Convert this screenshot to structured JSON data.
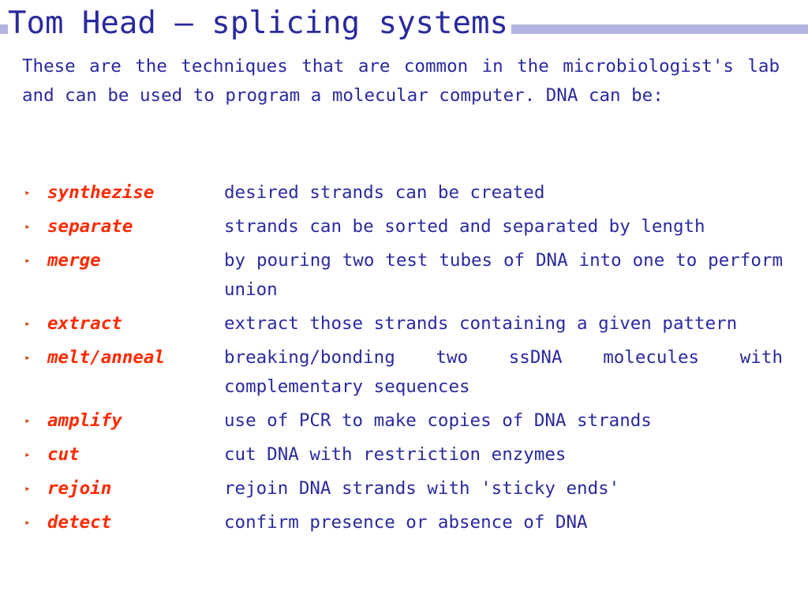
{
  "slide": {
    "title": "Tom Head – splicing systems",
    "intro": "These are the techniques that are common in the microbiologist's lab and can be used to program a molecular computer. DNA can be:",
    "colors": {
      "text": "#2a2a9e",
      "term": "#ff2a00",
      "bullet": "#c94a10",
      "title_rule": "#b3b3e0"
    },
    "bullet_icon": "triangle-right-icon",
    "items": [
      {
        "term": "synthezise",
        "desc": "desired strands can be created"
      },
      {
        "term": "separate",
        "desc": "strands can be sorted and separated by length"
      },
      {
        "term": "merge",
        "desc": "by pouring two test tubes of DNA into one to perform union"
      },
      {
        "term": "extract",
        "desc": "extract those strands containing a given pattern"
      },
      {
        "term": "melt/anneal",
        "desc": "breaking/bonding two ssDNA molecules with complementary sequences"
      },
      {
        "term": "amplify",
        "desc": "use of PCR to make copies of DNA strands"
      },
      {
        "term": "cut",
        "desc": "cut DNA with restriction enzymes"
      },
      {
        "term": "rejoin",
        "desc": "rejoin DNA strands with 'sticky ends'"
      },
      {
        "term": "detect",
        "desc": "confirm presence or absence of DNA"
      }
    ]
  }
}
